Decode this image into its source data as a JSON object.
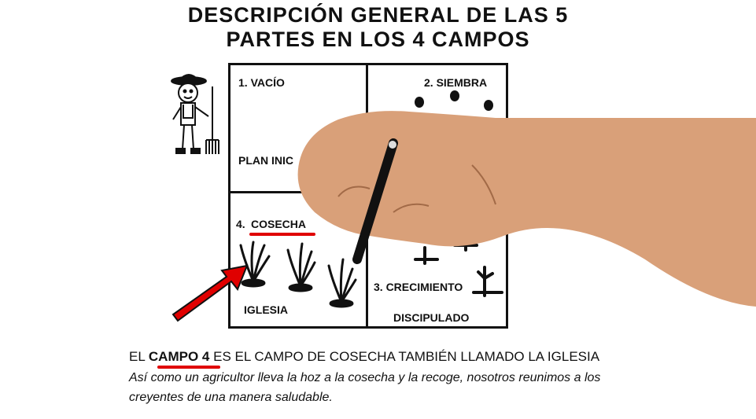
{
  "title": {
    "line1": "DESCRIPCIÓN GENERAL DE LAS 5",
    "line2": "PARTES EN LOS 4 CAMPOS"
  },
  "quadrants": {
    "q1_label": "1. VACÍO",
    "q1_sub": "PLAN INIC",
    "q2_label": "2. SIEMBRA",
    "q3_label": "3. CRECIMIENTO",
    "q3_sub": "DISCIPULADO",
    "q4_prefix": "4.",
    "q4_label": "COSECHA",
    "q4_sub": "IGLESIA"
  },
  "caption": {
    "prefix": "EL",
    "highlight": "CAMPO 4",
    "rest": "ES EL CAMPO DE COSECHA TAMBIÉN LLAMADO LA IGLESIA",
    "italic_line1": "Así como un agricultor lleva la hoz a la cosecha y la recoge, nosotros reunimos a los",
    "italic_line2": "creyentes de una manera saludable."
  },
  "colors": {
    "accent_red": "#e00000",
    "skin": "#d9a079",
    "ink": "#111111"
  },
  "icons": [
    "farmer-icon",
    "red-arrow-icon",
    "wheat-icon",
    "seed-icon",
    "sprout-icon",
    "hand-with-marker"
  ]
}
